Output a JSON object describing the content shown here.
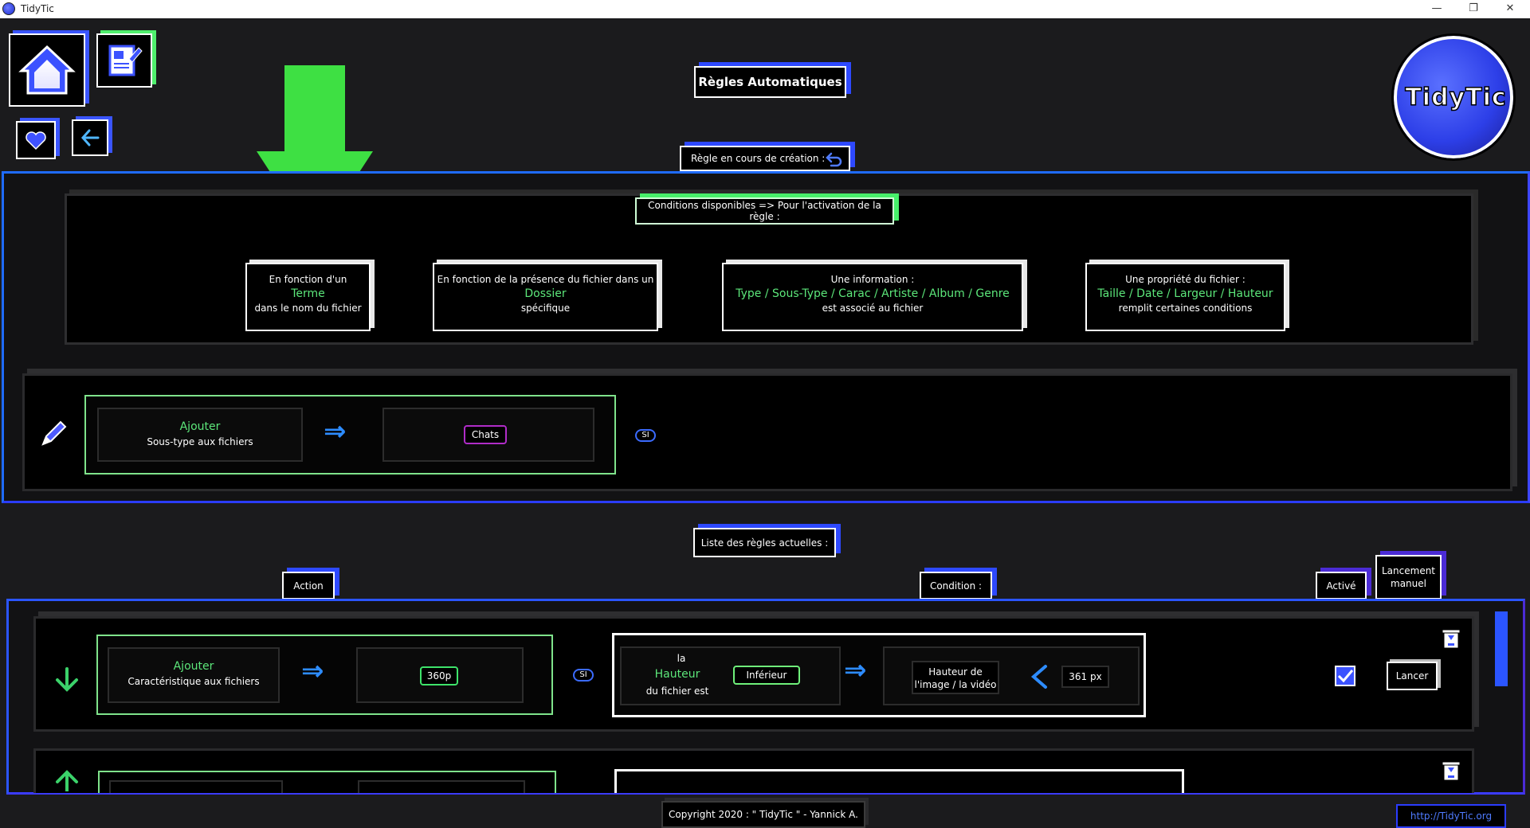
{
  "window": {
    "title": "TidyTic",
    "minimize": "—",
    "restore": "❐",
    "close": "✕"
  },
  "header": {
    "page_title": "Règles Automatiques",
    "logo_text": "TidyTic",
    "rule_in_progress_label": "Règle en cours de création :"
  },
  "conditions": {
    "heading": "Conditions disponibles => Pour l'activation de la règle :",
    "cards": [
      {
        "line1": "En fonction d'un",
        "highlight": "Terme",
        "line3": "dans le nom du fichier"
      },
      {
        "line1": "En fonction de la présence du fichier dans un",
        "highlight": "Dossier",
        "line3": "spécifique"
      },
      {
        "line1": "Une information :",
        "highlight": "Type / Sous-Type / Carac / Artiste / Album / Genre",
        "line3": "est associé au fichier"
      },
      {
        "line1": "Une propriété du fichier :",
        "highlight": "Taille / Date / Largeur / Hauteur",
        "line3": "remplit certaines conditions"
      }
    ]
  },
  "draft_rule": {
    "action_title": "Ajouter",
    "action_sub": "Sous-type aux fichiers",
    "value_chip": "Chats",
    "si_label": "SI"
  },
  "rules_list": {
    "heading": "Liste des règles actuelles :",
    "col_action": "Action",
    "col_condition": "Condition :",
    "col_active": "Activé",
    "col_manual": "Lancement manuel",
    "rows": [
      {
        "action_title": "Ajouter",
        "action_sub": "Caractéristique aux fichiers",
        "value_chip": "360p",
        "si_label": "SI",
        "cond_line1": "la",
        "cond_highlight": "Hauteur",
        "cond_line3": "du fichier est",
        "comparator": "Inférieur",
        "target_label": "Hauteur de l'image / la vidéo",
        "threshold": "361 px",
        "launch_label": "Lancer"
      }
    ]
  },
  "footer": {
    "copyright": "Copyright 2020 : \" TidyTic \" - Yannick A.",
    "link": "http://TidyTic.org"
  }
}
